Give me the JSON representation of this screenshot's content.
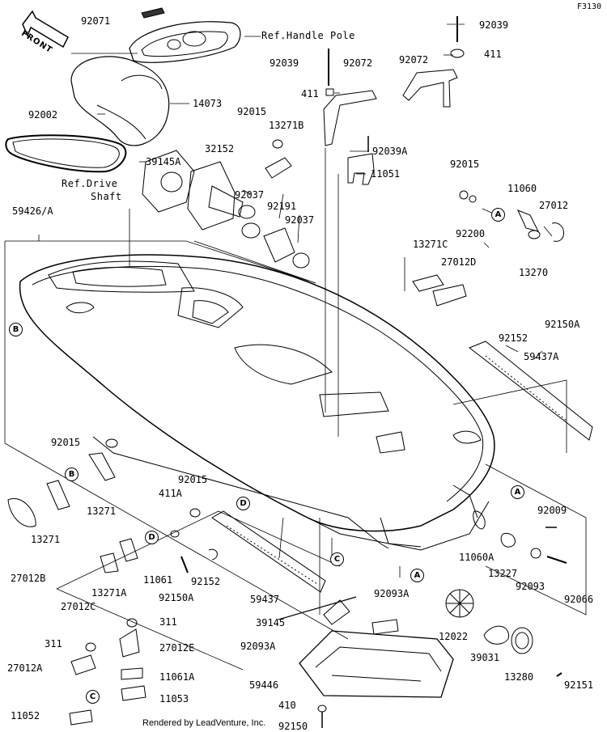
{
  "page_code": "F3130",
  "front_label": "FRONT",
  "footer": "Rendered by LeadVenture, Inc.",
  "refs": {
    "handle_pole": "Ref.Handle Pole",
    "drive_shaft_line1": "Ref.Drive",
    "drive_shaft_line2": "Shaft"
  },
  "parts": {
    "p92071": "92071",
    "p92039_top": "92039",
    "p92039": "92039",
    "p92072_a": "92072",
    "p92072_b": "92072",
    "p411_a": "411",
    "p411_b": "411",
    "p92002": "92002",
    "p14073": "14073",
    "p92015_a": "92015",
    "p13271B": "13271B",
    "p92039A": "92039A",
    "p39145A": "39145A",
    "p32152": "32152",
    "p11051": "11051",
    "p92015_b": "92015",
    "p11060": "11060",
    "p27012": "27012",
    "p92037_a": "92037",
    "p92191": "92191",
    "p92037_b": "92037",
    "p59426A": "59426/A",
    "p92200": "92200",
    "p13271C": "13271C",
    "p27012D": "27012D",
    "p13270": "13270",
    "p92150A_r": "92150A",
    "p92152_r": "92152",
    "p59437A": "59437A",
    "p92015_c": "92015",
    "p13271_a": "13271",
    "p13271_b": "13271",
    "p27012B": "27012B",
    "p92015_d": "92015",
    "p411A": "411A",
    "p11061": "11061",
    "p13271A": "13271A",
    "p27012C": "27012C",
    "p92150A_l": "92150A",
    "p92152_l": "92152",
    "p59437": "59437",
    "p92009": "92009",
    "p11060A": "11060A",
    "p13227": "13227",
    "p92093": "92093",
    "p92066": "92066",
    "p92093A_a": "92093A",
    "p39145": "39145",
    "p92093A_b": "92093A",
    "p12022": "12022",
    "p39031": "39031",
    "p13280": "13280",
    "p92151": "92151",
    "p311_a": "311",
    "p311_b": "311",
    "p27012E": "27012E",
    "p27012A": "27012A",
    "p11061A": "11061A",
    "p11053": "11053",
    "p59446": "59446",
    "p410": "410",
    "p11052": "11052",
    "p92150": "92150"
  },
  "callouts": {
    "A1": "A",
    "A2": "A",
    "A3": "A",
    "B1": "B",
    "B2": "B",
    "C1": "C",
    "C2": "C",
    "D1": "D",
    "D2": "D"
  }
}
